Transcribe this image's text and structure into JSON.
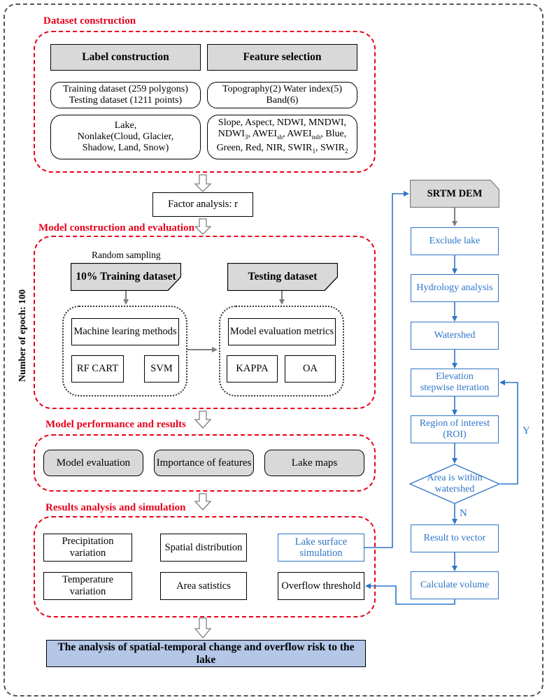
{
  "vertical_label": "Number of epoch: 100",
  "sections": {
    "dataset": "Dataset construction",
    "model": "Model construction and evaluation",
    "performance": "Model performance and results",
    "results": "Results analysis and simulation"
  },
  "dataset": {
    "label_construction": "Label construction",
    "feature_selection": "Feature selection",
    "training_dataset": "Training dataset  (259 polygons)",
    "testing_dataset": "Testing dataset (1211 points)",
    "topo_water": "Topography(2)   Water index(5)",
    "band": "Band(6)",
    "classes_1": "Lake,",
    "classes_2": "Nonlake(Cloud, Glacier,",
    "classes_3": "Shadow, Land, Snow)",
    "feat_line1": "Slope, Aspect, NDWI, MNDWI,",
    "feat_line2_a": "NDWI",
    "feat_line2_sub1": "3",
    "feat_line2_b": ", AWEI",
    "feat_line2_sub2": "sh",
    "feat_line2_c": ", AWEI",
    "feat_line2_sub3": "nsh",
    "feat_line2_d": ", Blue,",
    "feat_line3_a": "Green, Red, NIR, SWIR",
    "feat_line3_sub1": "1",
    "feat_line3_b": ", SWIR",
    "feat_line3_sub2": "2"
  },
  "factor_analysis": "Factor analysis: r",
  "model": {
    "random_sampling": "Random sampling",
    "training_10": "10% Training dataset",
    "testing_dataset": "Testing dataset",
    "ml_methods": "Machine learing methods",
    "rf_cart": "RF CART",
    "svm": "SVM",
    "eval_metrics": "Model evaluation metrics",
    "kappa": "KAPPA",
    "oa": "OA"
  },
  "performance": {
    "model_evaluation": "Model evaluation",
    "importance": "Importance of features",
    "lake_maps": "Lake maps"
  },
  "results": {
    "precip_1": "Precipitation",
    "precip_2": "variation",
    "spatial": "Spatial distribution",
    "lake_sim_1": "Lake surface",
    "lake_sim_2": "simulation",
    "temp_1": "Temperature",
    "temp_2": "variation",
    "area": "Area satistics",
    "overflow": "Overflow threshold"
  },
  "flow": {
    "srtm": "SRTM DEM",
    "exclude_lake": "Exclude lake",
    "hydrology": "Hydrology analysis",
    "watershed": "Watershed",
    "elev_1": "Elevation",
    "elev_2": "stepwise iteration",
    "roi_1": "Region of interest",
    "roi_2": "(ROI)",
    "decision_1": "Area is within",
    "decision_2": "watershed",
    "yes": "Y",
    "no": "N",
    "result_vector": "Result to vector",
    "calc_volume": "Calculate volume"
  },
  "final": "The analysis of spatial-temporal change and overflow risk to the lake",
  "colors": {
    "red_dash": "#e8001c",
    "blue": "#2e75c8",
    "gray_fill": "#d9d9d9",
    "final_fill": "#b4c7e7"
  }
}
